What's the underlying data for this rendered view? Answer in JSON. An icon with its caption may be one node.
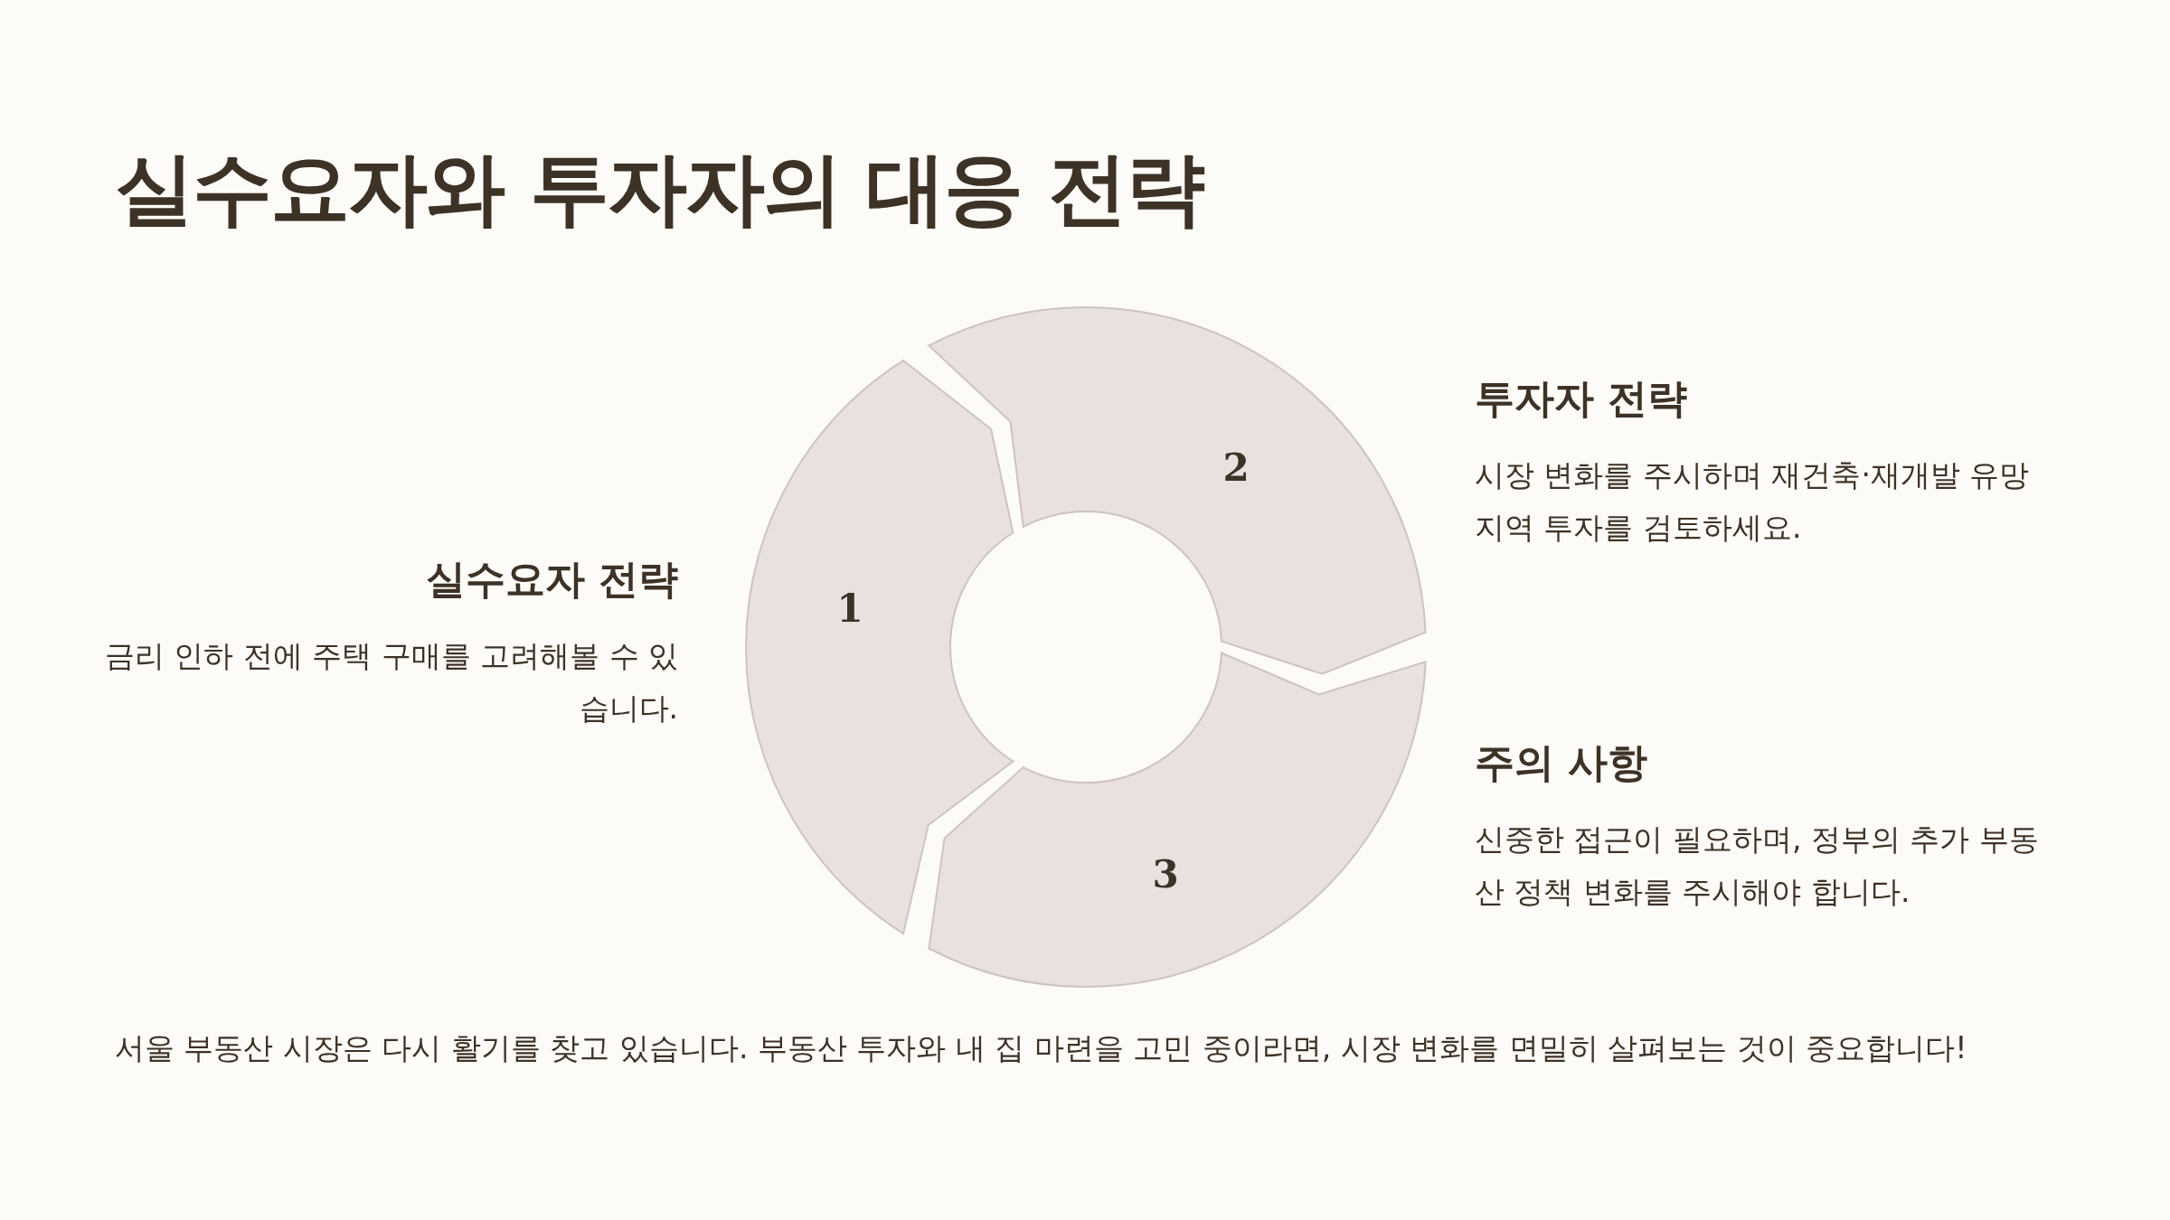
{
  "diagram": {
    "title": "실수요자와 투자자의 대응 전략",
    "nodes": [
      {
        "text": [
          "1"
        ],
        "beside": [
          "실수요자 전략",
          "금리 인하 전에 주택 구매를 고려해볼 수 있습니다."
        ]
      },
      {
        "text": [
          "2"
        ],
        "beside": [
          "투자자 전략",
          "시장 변화를 주시하며 재건축·재개발 유망 지역 투자를 검토하세요."
        ]
      },
      {
        "text": [
          "3"
        ],
        "beside": [
          "주의 사항",
          "신중한 접근이 필요하며, 정부의 추가 부동산 정책 변화를 주시해야 합니다."
        ]
      }
    ],
    "caption": "서울 부동산 시장은 다시 활기를 찾고 있습니다. 부동산 투자와 내 집 마련을 고민 중이라면, 시장 변화를 면밀히 살펴보는 것이 중요합니다!"
  }
}
